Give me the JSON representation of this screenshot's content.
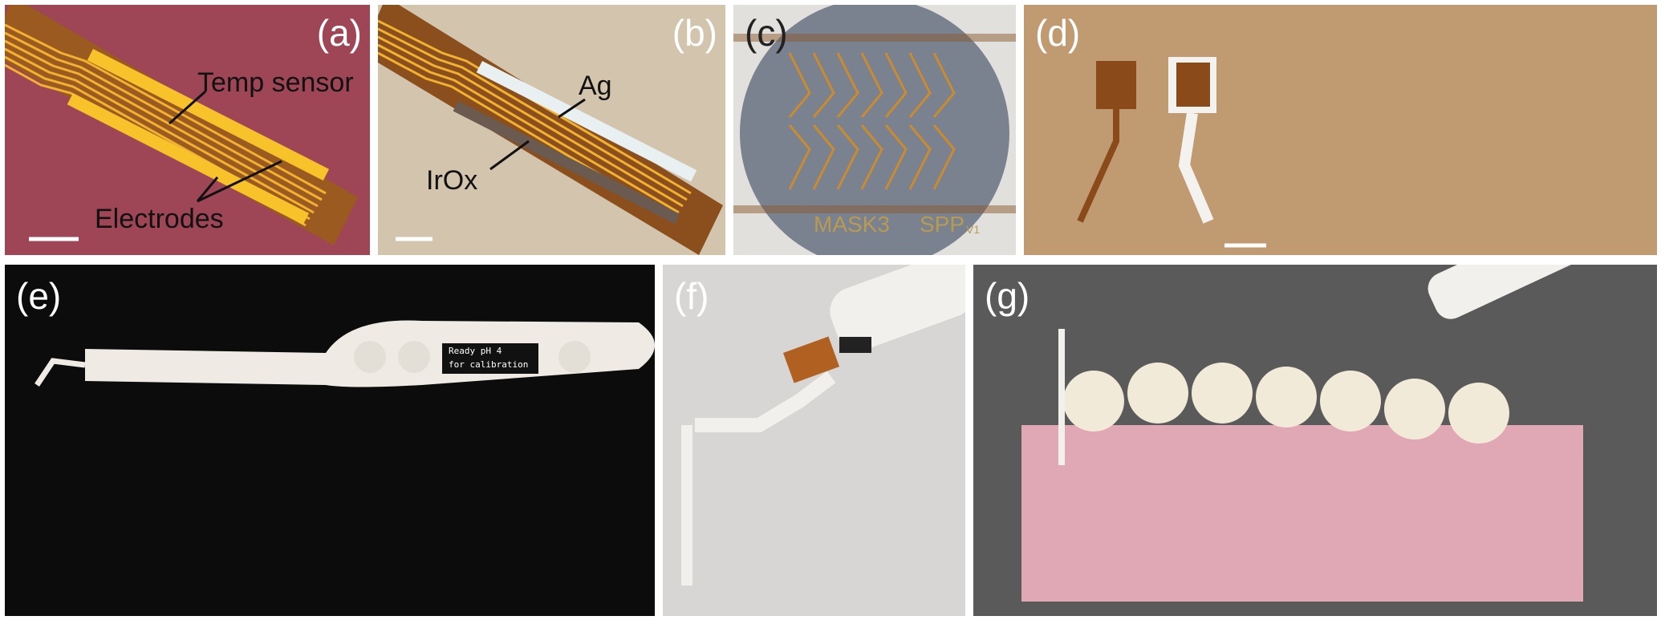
{
  "panels": {
    "a": {
      "label": "(a)",
      "annotations": {
        "temp_sensor": "Temp sensor",
        "electrodes": "Electrodes"
      }
    },
    "b": {
      "label": "(b)",
      "annotations": {
        "ag": "Ag",
        "irox": "IrOx"
      }
    },
    "c": {
      "label": "(c)",
      "wafer_text_left": "MASK3",
      "wafer_text_right": "SPP",
      "wafer_text_right_sub": "V1"
    },
    "d": {
      "label": "(d)"
    },
    "e": {
      "label": "(e)",
      "display_line1": "Ready pH 4",
      "display_line2": "for calibration"
    },
    "f": {
      "label": "(f)"
    },
    "g": {
      "label": "(g)"
    }
  },
  "colors": {
    "panel_a_bg": "#9e4656",
    "panel_b_bg": "#d3c4ad",
    "probe_brown": "#9a5a20",
    "trace_gold": "#f2b230",
    "ag_white": "#e8f0f2",
    "wafer_gray": "#7a8290"
  }
}
